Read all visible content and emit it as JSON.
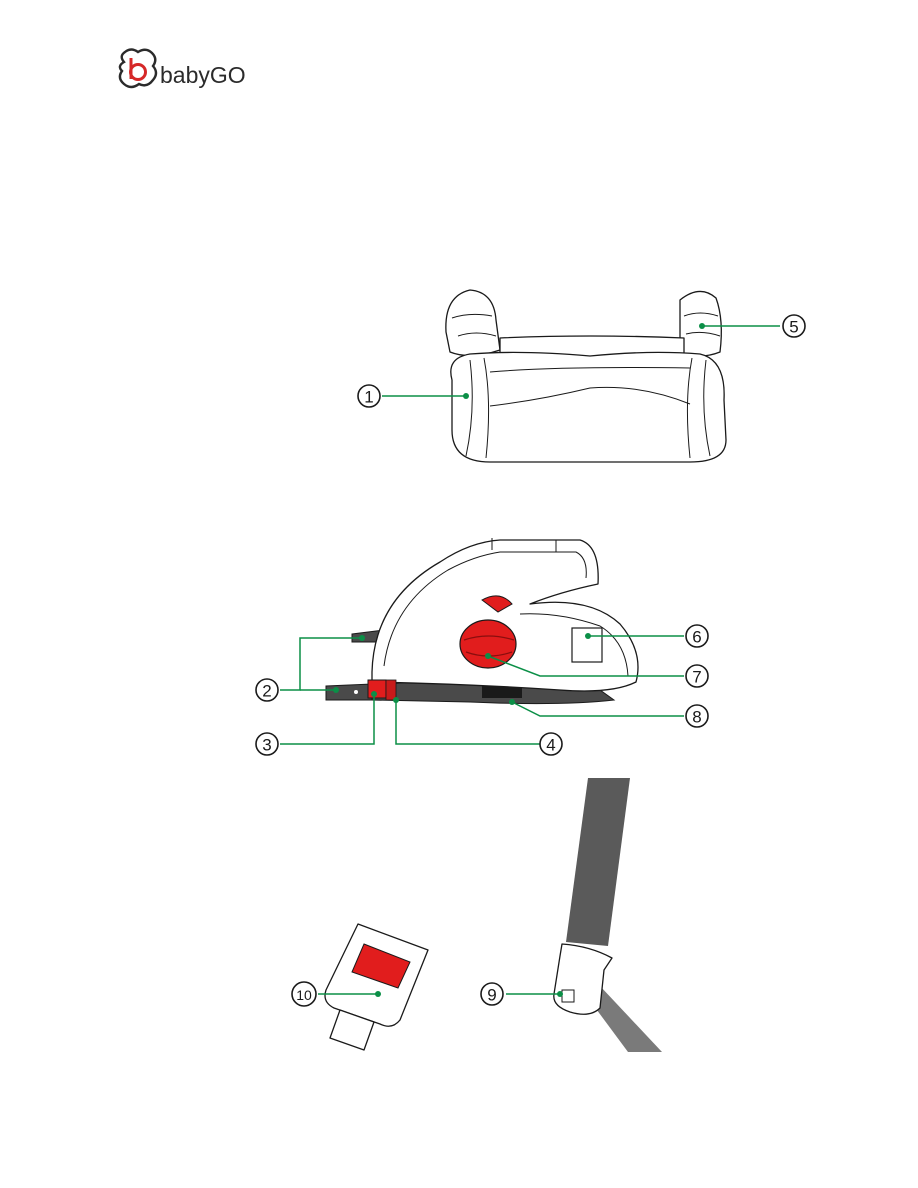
{
  "brand": {
    "name": "babyGO",
    "logo_letter": "b",
    "logo_color": "#d62828"
  },
  "colors": {
    "leader": "#0b8f47",
    "accent_red": "#e11d1d",
    "belt_gray": "#5a5a5a"
  },
  "callouts": [
    {
      "id": "1",
      "label": "1"
    },
    {
      "id": "2",
      "label": "2"
    },
    {
      "id": "3",
      "label": "3"
    },
    {
      "id": "4",
      "label": "4"
    },
    {
      "id": "5",
      "label": "5"
    },
    {
      "id": "6",
      "label": "6"
    },
    {
      "id": "7",
      "label": "7"
    },
    {
      "id": "8",
      "label": "8"
    },
    {
      "id": "9",
      "label": "9"
    },
    {
      "id": "10",
      "label": "10"
    }
  ]
}
